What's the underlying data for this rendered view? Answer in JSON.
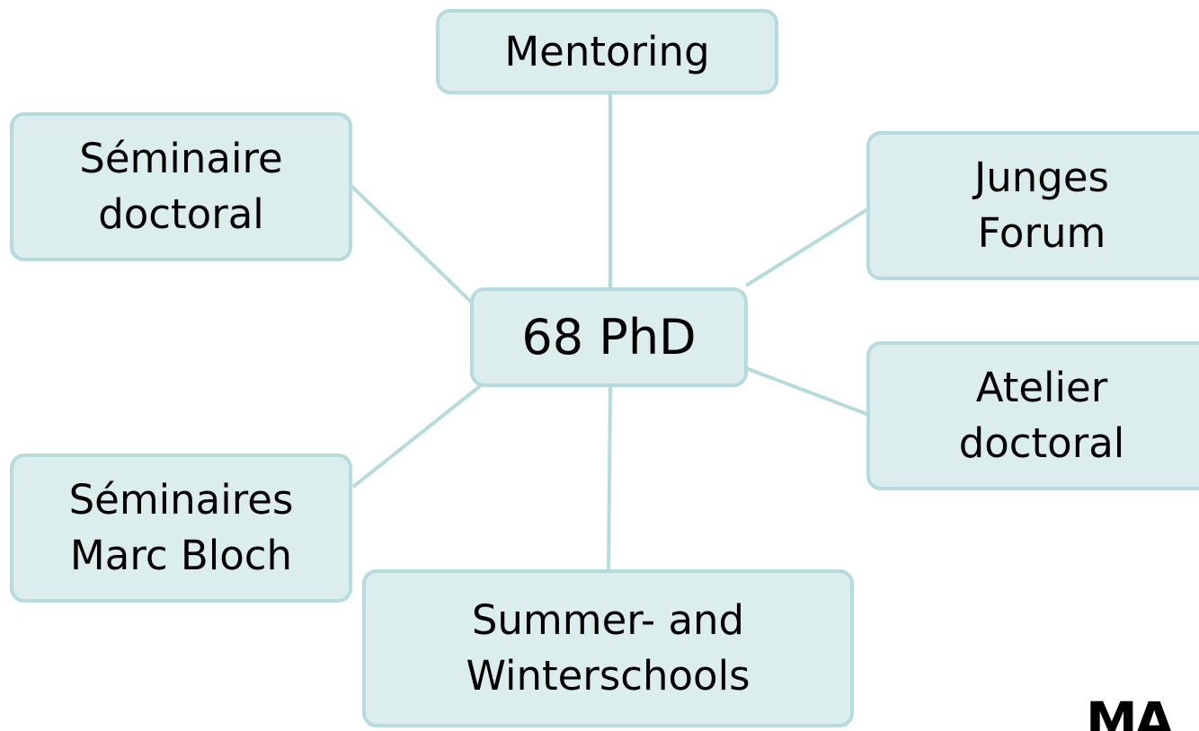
{
  "diagram": {
    "center": {
      "id": "center",
      "label": "68 PhD"
    },
    "nodes": [
      {
        "id": "mentoring",
        "label": "Mentoring"
      },
      {
        "id": "seminaire-doctoral",
        "label": "Séminaire\ndoctoral"
      },
      {
        "id": "junges-forum",
        "label": "Junges\nForum"
      },
      {
        "id": "atelier-doctoral",
        "label": "Atelier\ndoctoral"
      },
      {
        "id": "seminaires-marc-bloch",
        "label": "Séminaires\nMarc Bloch"
      },
      {
        "id": "summer-winterschools",
        "label": "Summer- and\nWinterschools"
      }
    ],
    "edges": [
      {
        "from": "center",
        "to": "mentoring"
      },
      {
        "from": "center",
        "to": "seminaire-doctoral"
      },
      {
        "from": "center",
        "to": "junges-forum"
      },
      {
        "from": "center",
        "to": "atelier-doctoral"
      },
      {
        "from": "center",
        "to": "seminaires-marc-bloch"
      },
      {
        "from": "center",
        "to": "summer-winterschools"
      }
    ],
    "colors": {
      "node_fill": "#dcedee",
      "node_border": "#b5dbde",
      "connector": "#b5dbde",
      "text": "#000000"
    }
  },
  "logo": {
    "text": "MA"
  }
}
